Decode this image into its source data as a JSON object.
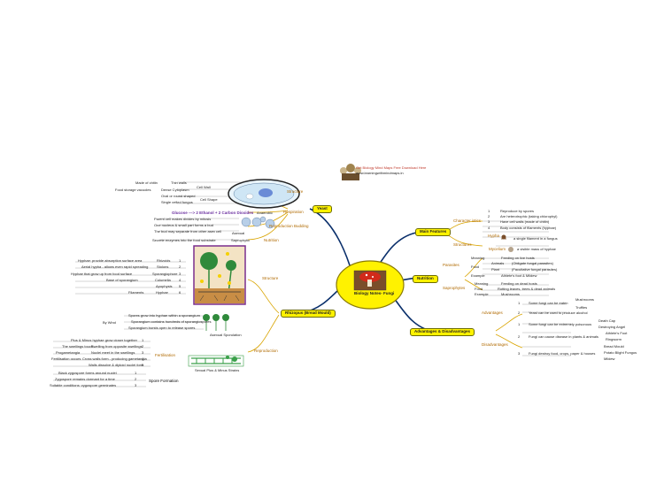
{
  "colors": {
    "central": "#fff200",
    "central_border": "#8a7b00",
    "branch": "#0a2f6b",
    "subbranch": "#c98a00",
    "title_red": "#cc0000",
    "purple": "#6b2fa0"
  },
  "logo": {
    "line1": "Get Biology Mind Maps Free Download Here",
    "line2": "www.learningwithmindmaps.in"
  },
  "center": {
    "title": "Biology Notes- Fungi"
  },
  "branches": {
    "main_features": "Main Features",
    "nutrition": "Nutrition",
    "adv_disadv": "Advantages & Disadvantages",
    "rhizopus": "Rhizopus (Bread Mould)",
    "yeast": "Yeast"
  },
  "main_features": {
    "char_hdr": "Character istics",
    "char": [
      {
        "n": "1",
        "t": "Reproduce by spores"
      },
      {
        "n": "2",
        "t": "Are heterotrophic (taking chlorophyl)"
      },
      {
        "n": "3",
        "t": "Have cell walls (made of chitin)"
      },
      {
        "n": "4",
        "t": "Body consists of filaments (hyphae)"
      }
    ],
    "struct_hdr": "Structures",
    "hypha_hdr": "Hypha",
    "hypha": "a single filament in a fungus",
    "mycelium_hdr": "Mycelium",
    "mycelium": "a visible mass of hyphae"
  },
  "nutrition": {
    "parasites_hdr": "Parasites",
    "meaning1_hdr": "Meaning",
    "meaning1": "Feeding on live hosts",
    "food1_hdr": "Food",
    "food1a_hdr": "Animals",
    "food1a": "(Obligate fungal parasites)",
    "food1b_hdr": "Plant",
    "food1b": "(Facultative fungal parasites)",
    "example1_hdr": "Example",
    "example1": "Athlete's foot & Mildew",
    "sap_hdr": "Saprophytes",
    "meaning2_hdr": "Meaning",
    "meaning2": "Feeding on dead hosts",
    "food2_hdr": "Food",
    "food2": "Rotting leaves, trees & dead animals",
    "example2_hdr": "Example",
    "example2": "Mushrooms"
  },
  "advantages": {
    "hdr": "Advantages",
    "a1_n": "1",
    "a1": "Some fungi can be eaten",
    "a1_i": [
      "Mushrooms",
      "Truffles"
    ],
    "a2_n": "2",
    "a2": "Yeast can be used to produce alcohol"
  },
  "disadvantages": {
    "hdr": "Disadvantages",
    "d1_n": "1",
    "d1": "Some fungi can be extremely poisonous",
    "d1_i": [
      "Death Cap",
      "Destroying Angel"
    ],
    "d2_n": "2",
    "d2": "Fungi can cause disease in plants & animals",
    "d2_i": [
      "Athlete's Foot",
      "Ringworm"
    ],
    "d3_n": "3",
    "d3": "Fungi destroy food, crops, paper & houses",
    "d3_i": [
      "Bread Mould",
      "Potato Blight Fungus",
      "Mildew"
    ]
  },
  "yeast": {
    "structure_hdr": "Structure",
    "struct": [
      {
        "l": "Made of chitin",
        "r": "Thin walls"
      },
      {
        "l": "Food storage vacuoles",
        "r": "Dense Cytoplasm"
      },
      {
        "l": "",
        "r": "Oval or round shaped"
      },
      {
        "l": "",
        "r": "Single celled fungus"
      }
    ],
    "cell_wall": "Cell Wall",
    "cell_ovary": "Cell Shape",
    "resp_hdr": "Respiration",
    "anaerobic": "Anaerobic",
    "equation": "Glucose ---> 2 Ethanol + 2 Carbon Dioxides",
    "repro_hdr": "Reproduction Budding",
    "repro": [
      "Parent cell makes divides by mitosis",
      "One nucleus & small part forms a bud",
      "The bud may separate from other asex cell"
    ],
    "asexual": "Asexual",
    "nutrition_hdr": "Nutrition",
    "nutrition_type": "Saprophytic",
    "nutrition": "Secrete enzymes into the food substrate"
  },
  "rhizopus": {
    "structure_hdr": "Structure",
    "parts": [
      {
        "d": "Hyphae: provide absorption surface area",
        "p": "Rhizoids",
        "n": "1"
      },
      {
        "d": "Aerial hypha - allows even rapid spreading",
        "p": "Stolons",
        "n": "2"
      },
      {
        "d": "Hyphae that grow up from food surface",
        "p": "Sporangiophore",
        "n": "3"
      },
      {
        "d": "Base of sporangium",
        "p": "Columella",
        "n": "4"
      },
      {
        "d": "",
        "p": "Apophysis",
        "n": "5"
      },
      {
        "d": "Filaments",
        "p": "Hyphae",
        "n": "6"
      }
    ],
    "repro_hdr": "Reproduction",
    "asexual_hdr": "Asexual Sporulation",
    "asexual": [
      "Spores grow into hyphae within a sporangium",
      "Sporangium contains hundreds of sporangiospores",
      "Sporangium bursts open to release spores"
    ],
    "by_hdr": "By Wind",
    "sexual_hdr": "Sexual Plus & Minus Strains",
    "fert_hdr": "Fertilisation",
    "fert": [
      {
        "t": "Plus & Minus hyphae grow closer together",
        "n": "1"
      },
      {
        "t": "The swellings touch",
        "x": "Swelling from opposite swellings",
        "n": "2"
      },
      {
        "t": "Progametangia",
        "x": "Nuclei meet in the swellings",
        "n": "3"
      },
      {
        "t": "Fertilisation occurs",
        "x": "Cross walls form - producing gametangia",
        "n": "4"
      },
      {
        "t": "",
        "x": "Walls dissolve & diploid nuclei form",
        "n": "5"
      }
    ],
    "spore_hdr": "Spore Formation",
    "spore": [
      {
        "t": "Black zygospore forms around nuclei",
        "n": "1"
      },
      {
        "t": "Zygospore remains dormant for a time",
        "n": "2"
      },
      {
        "t": "Suitable conditions: zygospore germinates",
        "n": "3"
      }
    ]
  }
}
